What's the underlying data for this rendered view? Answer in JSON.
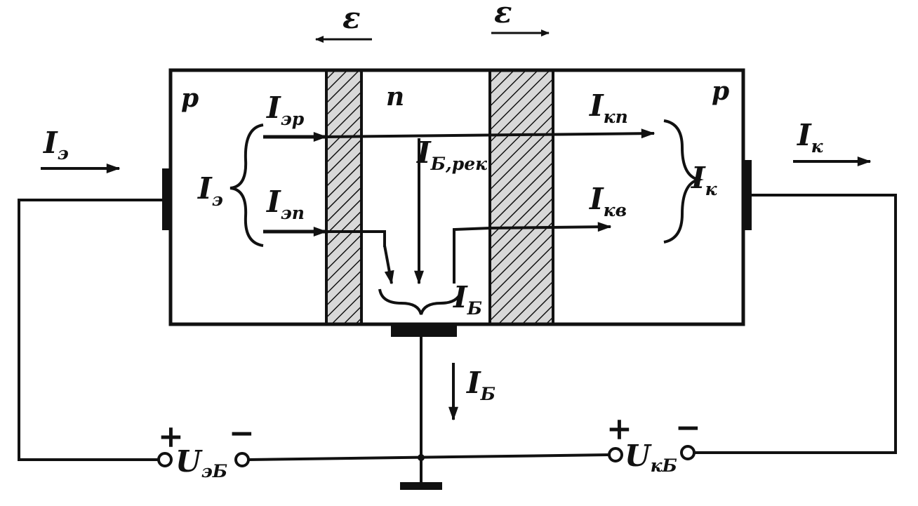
{
  "field": {
    "left_label": "ε",
    "right_label": "ε"
  },
  "regions": {
    "emitter": "p",
    "base": "n",
    "collector": "p"
  },
  "currents": {
    "emitter_in": {
      "main": "I",
      "sub": "э"
    },
    "emitter_sum": {
      "main": "I",
      "sub": "э"
    },
    "emitter_p": {
      "main": "I",
      "sub": "эр"
    },
    "emitter_n": {
      "main": "I",
      "sub": "эп"
    },
    "base_recomb": {
      "main": "I",
      "sub": "Б,рек"
    },
    "base_inner": {
      "main": "I",
      "sub": "Б"
    },
    "base_out": {
      "main": "I",
      "sub": "Б"
    },
    "collector_p": {
      "main": "I",
      "sub": "кп"
    },
    "collector_reverse": {
      "main": "I",
      "sub": "кв"
    },
    "collector_sum": {
      "main": "I",
      "sub": "к"
    },
    "collector_out": {
      "main": "I",
      "sub": "к"
    }
  },
  "sources": {
    "emitter_base": {
      "main": "U",
      "sub": "эБ",
      "plus": "+",
      "minus": "−"
    },
    "collector_base": {
      "main": "U",
      "sub": "кБ",
      "plus": "+",
      "minus": "−"
    }
  },
  "colors": {
    "ink": "#111111",
    "hatch_bg": "#d8d8d8",
    "background": "#ffffff"
  }
}
